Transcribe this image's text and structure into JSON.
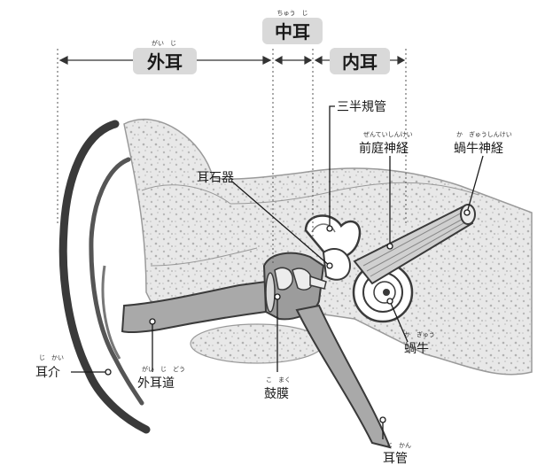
{
  "headers": {
    "outer": {
      "label": "外耳",
      "ruby": "がい　じ"
    },
    "middle": {
      "label": "中耳",
      "ruby": "ちゅう　じ"
    },
    "inner": {
      "label": "内耳",
      "ruby": ""
    }
  },
  "labels": {
    "semicircular_canals": {
      "label": "三半規管",
      "ruby": ""
    },
    "vestibule": {
      "label": "前庭神経",
      "ruby": "ぜんていしんけい"
    },
    "cochlear_nerve": {
      "label": "蝸牛神経",
      "ruby": "か　ぎゅうしんけい"
    },
    "otolith": {
      "label": "耳石器",
      "ruby": ""
    },
    "auricle": {
      "label": "耳介",
      "ruby": "じ　かい"
    },
    "ear_canal": {
      "label": "外耳道",
      "ruby": "がい　じ　どう"
    },
    "eardrum": {
      "label": "鼓膜",
      "ruby": "こ　まく"
    },
    "cochlea": {
      "label": "蝸牛",
      "ruby": "か　ぎゅう"
    },
    "eustachian_tube": {
      "label": "耳管",
      "ruby": "じ　かん"
    }
  },
  "colors": {
    "bone": "#e6e6e6",
    "tissue": "#cfcfcf",
    "canal": "#a9a9a9",
    "outline": "#3a3a3a",
    "label_box": "#d9d9d9"
  }
}
